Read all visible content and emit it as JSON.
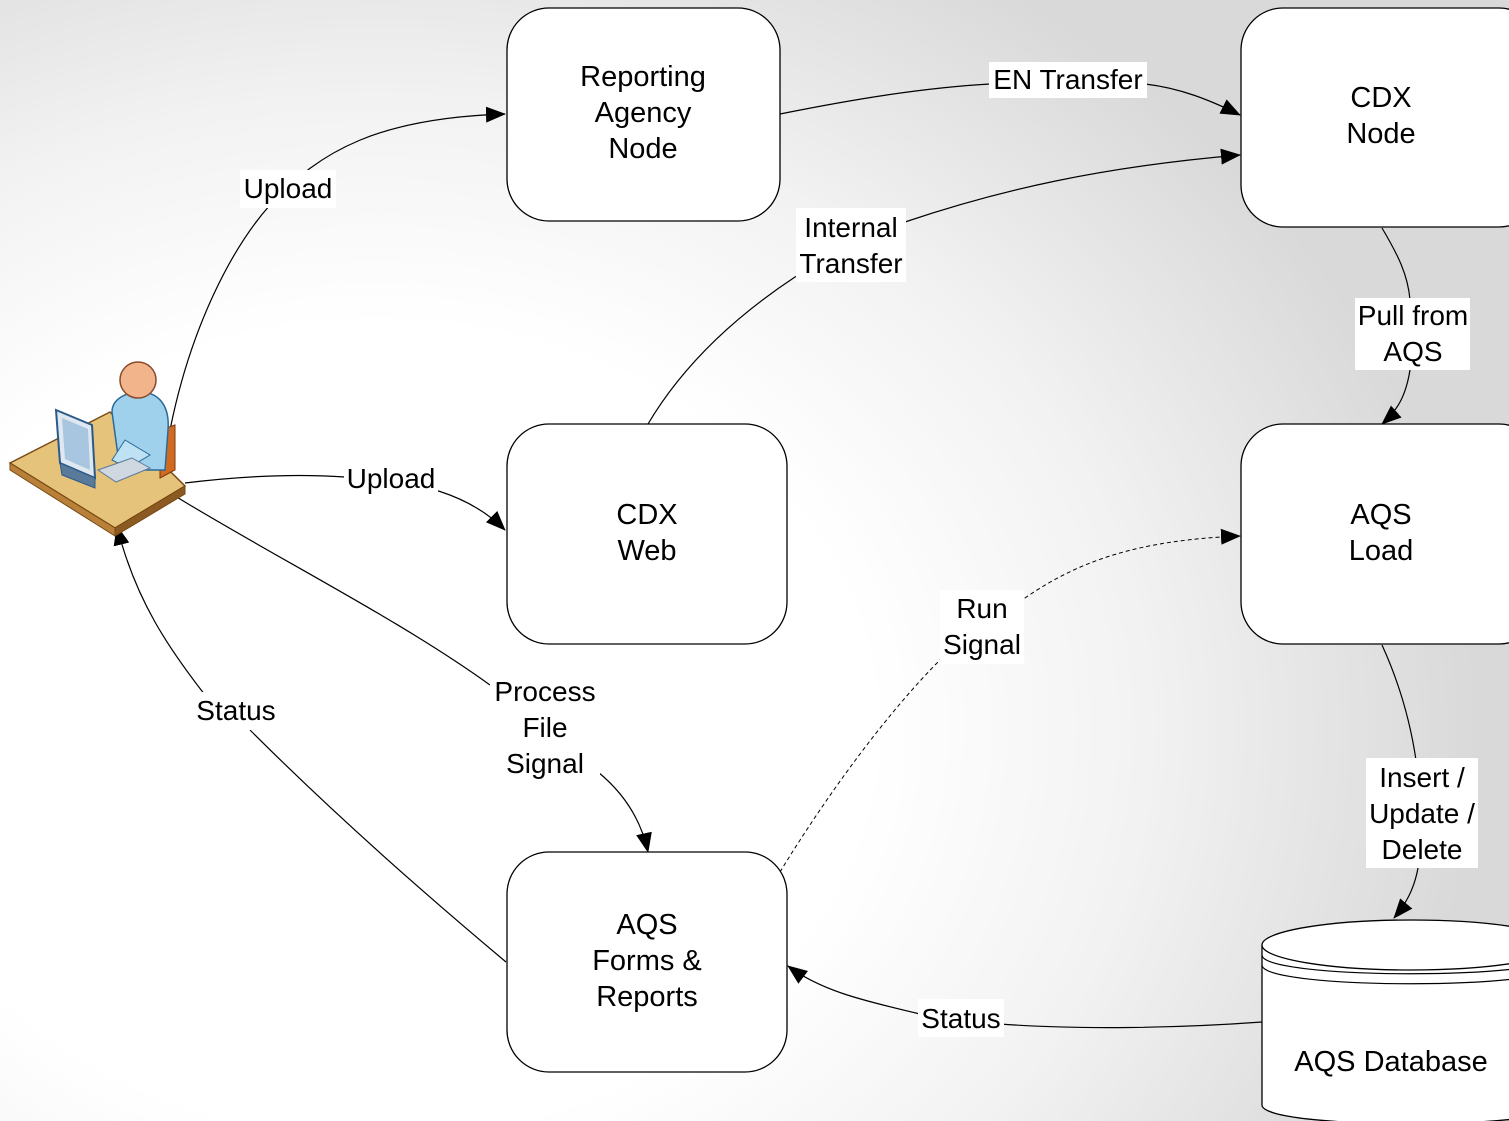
{
  "nodes": {
    "reporting_agency": {
      "lines": [
        "Reporting",
        "Agency",
        "Node"
      ]
    },
    "cdx_node": {
      "lines": [
        "CDX",
        "Node"
      ]
    },
    "cdx_web": {
      "lines": [
        "CDX",
        "Web"
      ]
    },
    "aqs_load": {
      "lines": [
        "AQS",
        "Load"
      ]
    },
    "aqs_forms": {
      "lines": [
        "AQS",
        "Forms &",
        "Reports"
      ]
    },
    "aqs_database": {
      "lines": [
        "AQS Database"
      ]
    }
  },
  "edges": {
    "upload_top": {
      "lines": [
        "Upload"
      ]
    },
    "upload_mid": {
      "lines": [
        "Upload"
      ]
    },
    "en_transfer": {
      "lines": [
        "EN Transfer"
      ]
    },
    "internal_transfer": {
      "lines": [
        "Internal",
        "Transfer"
      ]
    },
    "pull_from_aqs": {
      "lines": [
        "Pull from",
        "AQS"
      ]
    },
    "run_signal": {
      "lines": [
        "Run",
        "Signal"
      ]
    },
    "process_file_signal": {
      "lines": [
        "Process",
        "File",
        "Signal"
      ]
    },
    "status_left": {
      "lines": [
        "Status"
      ]
    },
    "status_bottom": {
      "lines": [
        "Status"
      ]
    },
    "insert_update_delete": {
      "lines": [
        "Insert /",
        "Update /",
        "Delete"
      ]
    }
  },
  "user_icon": "workstation-user-icon"
}
